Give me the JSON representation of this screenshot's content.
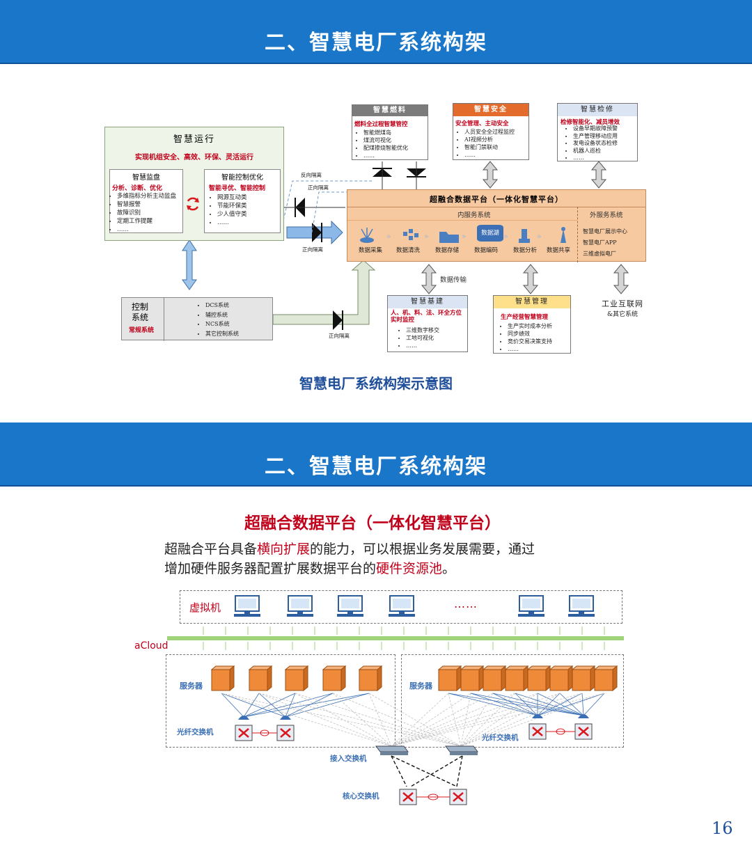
{
  "slide1": {
    "title": "二、智慧电厂系统构架",
    "caption": "智慧电厂系统构架示意图",
    "operation": {
      "title": "智慧运行",
      "subtitle": "实现机组安全、高效、环保、灵活运行",
      "monitor": {
        "title": "智慧监盘",
        "subtitle": "分析、诊断、优化",
        "items": [
          "多维指标分析主动监盘",
          "智慧报警",
          "故障识别",
          "定期工作提醒",
          "……"
        ]
      },
      "control": {
        "title": "智能控制优化",
        "subtitle": "智能寻优、智能控制",
        "items": [
          "网源互动类",
          "节能环保类",
          "少人值守类",
          "……"
        ]
      }
    },
    "fuel": {
      "title": "智慧燃料",
      "subtitle": "燃料全过程智慧管控",
      "items": [
        "智能燃煤岛",
        "煤流可视化",
        "配煤掺烧智能优化",
        "……"
      ]
    },
    "safety": {
      "title": "智慧安全",
      "subtitle": "安全管理、主动安全",
      "items": [
        "人员安全全过程监控",
        "AI视频分析",
        "智能门禁联动",
        "……"
      ]
    },
    "maintenance": {
      "title": "智慧检修",
      "subtitle": "检修智能化、减员增效",
      "items": [
        "设备早期故障预警",
        "生产管理移动应用",
        "发电设备状态检修",
        "机器人巡检",
        "……"
      ]
    },
    "platform": {
      "title": "超融合数据平台（一体化智慧平台）",
      "inner_title": "内服务系统",
      "outer_title": "外服务系统",
      "steps": [
        "数据采集",
        "数据清洗",
        "数据存储",
        "数据编码",
        "数据分析",
        "数据共享"
      ],
      "lake_label": "数据湖",
      "outer_items": [
        "智慧电厂展示中心",
        "智慧电厂APP",
        "三维虚拟电厂"
      ]
    },
    "isolation": {
      "reverse": "反向隔离",
      "forward1": "正向隔离",
      "forward2": "正向隔离",
      "forward3": "正向隔离"
    },
    "control_sys": {
      "title": "控制\n系统",
      "subtitle": "常规系统",
      "items": [
        "DCS系统",
        "辅控系统",
        "NCS系统",
        "其它控制系统"
      ]
    },
    "data_transfer": "数据传输",
    "construction": {
      "title": "智慧基建",
      "subtitle": "人、机、料、法、环全方位实时监控",
      "items": [
        "三维数字移交",
        "工地可视化",
        "……"
      ]
    },
    "management": {
      "title": "智慧管理",
      "subtitle": "生产经营智慧管理",
      "items": [
        "生产实时成本分析",
        "同步绩效",
        "竞价交易决策支持",
        "……"
      ]
    },
    "iiot": {
      "line1": "工业互联网",
      "line2": "&其它系统"
    }
  },
  "slide2": {
    "title": "二、智慧电厂系统构架",
    "subtitle": "超融合数据平台（一体化智慧平台）",
    "desc_line1_a": "超融合平台具备",
    "desc_line1_b": "横向扩展",
    "desc_line1_c": "的能力，可以根据业务发展需要，通过",
    "desc_line2_a": "增加硬件服务器配置扩展数据平台的",
    "desc_line2_b": "硬件资源池",
    "desc_line2_c": "。",
    "vm_label": "虚拟机",
    "ellipsis": "……",
    "acloud_label": "aCloud",
    "server_label_left": "服务器",
    "server_label_right": "服务器",
    "fiber_left": "光纤交换机",
    "fiber_right": "光纤交换机",
    "access_label": "接入交换机",
    "core_label": "核心交换机"
  },
  "page_number": "16",
  "colors": {
    "band": "#1976c8",
    "accent_red": "#c0001a",
    "caption_blue": "#1f4e9a",
    "platform_orange": "#f7c9a0"
  }
}
